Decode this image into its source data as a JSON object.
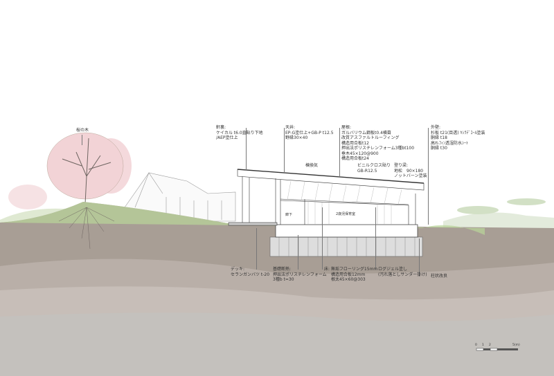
{
  "tree": {
    "label": "桜の木"
  },
  "annotations_top": [
    {
      "title": "軒裏:",
      "lines": [
        "ケイカル t6.0直貼り下地",
        "/AEP塗仕上"
      ]
    },
    {
      "title": "天井:",
      "lines": [
        "EP-G塗仕上+GB-P t12.5",
        "野縁30×40"
      ]
    },
    {
      "title": "屋根:",
      "lines": [
        "ガルバリウム鋼板t0.4横葺",
        "改質アスファルトルーフィング",
        "構造用合板t12",
        "押出法ポリスチレンフォーム3種bt100",
        "垂木45×120@900",
        "構造用合板t24"
      ]
    },
    {
      "title": "外壁:",
      "lines": [
        "杉板 t21(目透) ｷｼﾗﾃﾞｺｰﾙ塗装",
        "胴縁 t18",
        "高ｵﾚﾌｨﾝ透湿防水ｼｰﾄ",
        "胴縁 t30"
      ]
    }
  ],
  "annotations_mid": [
    {
      "lines": [
        "棟換気"
      ]
    },
    {
      "lines": [
        "ビニルクロス貼り",
        "GB-R12.5"
      ]
    },
    {
      "lines": [
        "登り梁:",
        "地松　90×180",
        "ノットバーン塗装"
      ]
    }
  ],
  "annotations_bottom": [
    {
      "lines": [
        "デッキ:",
        "セランガンバツ t-20"
      ]
    },
    {
      "lines": [
        "基礎断熱:",
        "押出法ポリスチレンフォーム",
        "3種b t=30"
      ]
    },
    {
      "lines": [
        "床: 無垢フローリング15mm",
        "構造用合板12mm",
        "根太45×60@303"
      ]
    },
    {
      "lines": [
        "ログジェル塗し",
        "(汚れ落としサンダー掛け)"
      ]
    },
    {
      "lines": [
        "柱状改良"
      ]
    }
  ],
  "rooms": [
    "2歳児保育室",
    "廊下"
  ],
  "scale": {
    "ticks": [
      "0",
      "1",
      "2",
      "5(m)"
    ]
  },
  "colors": {
    "topsoil": "#a89e95",
    "layer2": "#b9afa8",
    "layer3": "#c7beb8",
    "bedrock": "#c4c1bd",
    "grass": "#b9d59a",
    "blossom": "#f2d3d6"
  }
}
